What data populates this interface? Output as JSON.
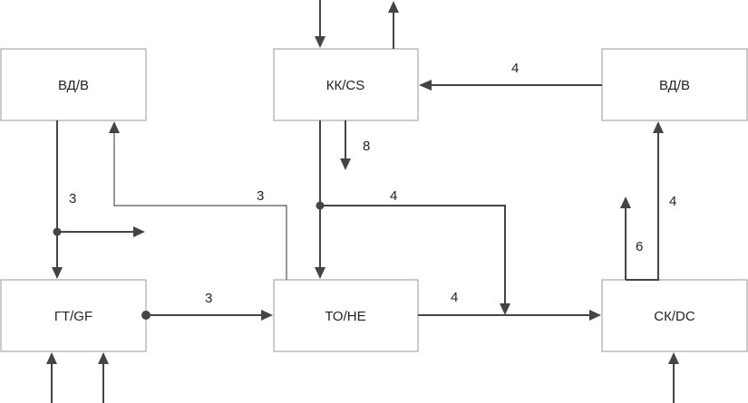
{
  "colors": {
    "line": "#444444",
    "box_border": "#a9a9a9",
    "text": "#222222",
    "background": "#ffffff"
  },
  "blocks": {
    "vd_left": "ВД/B",
    "kk": "КК/CS",
    "vd_right": "ВД/B",
    "gt": "ГТ/GF",
    "to": "ТО/НЕ",
    "sk": "СК/DC"
  },
  "flows": {
    "vd_right_to_kk": "4",
    "kk_down": "8",
    "vd_left_to_gt": "3",
    "to_to_vd_left": "3",
    "kk_branch_to_sk": "4",
    "gt_to_to": "3",
    "to_to_sk": "4",
    "sk_up": "6",
    "sk_to_vd_right": "4"
  }
}
